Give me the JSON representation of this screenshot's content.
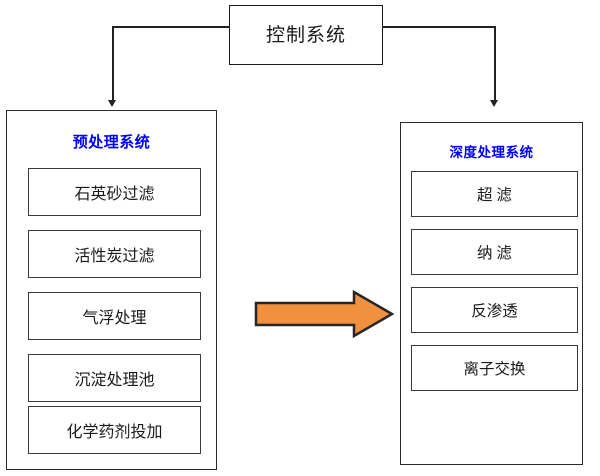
{
  "diagram": {
    "title_box": {
      "label": "控制系统"
    },
    "left_panel": {
      "title": "预处理系统",
      "items": [
        {
          "label": "石英砂过滤"
        },
        {
          "label": "活性炭过滤"
        },
        {
          "label": "气浮处理"
        },
        {
          "label": "沉淀处理池"
        },
        {
          "label": "化学药剂投加"
        }
      ]
    },
    "right_panel": {
      "title": "深度处理系统",
      "items": [
        {
          "label": "超  滤"
        },
        {
          "label": "纳  滤"
        },
        {
          "label": "反渗透"
        },
        {
          "label": "离子交换"
        }
      ]
    },
    "flow_arrow": {
      "direction": "right",
      "fill": "#f1913f",
      "stroke": "#262626"
    },
    "colors": {
      "panel_title": "#0000ff",
      "box_border": "#2b2b2b",
      "connector": "#222222",
      "background": "#ffffff"
    }
  }
}
